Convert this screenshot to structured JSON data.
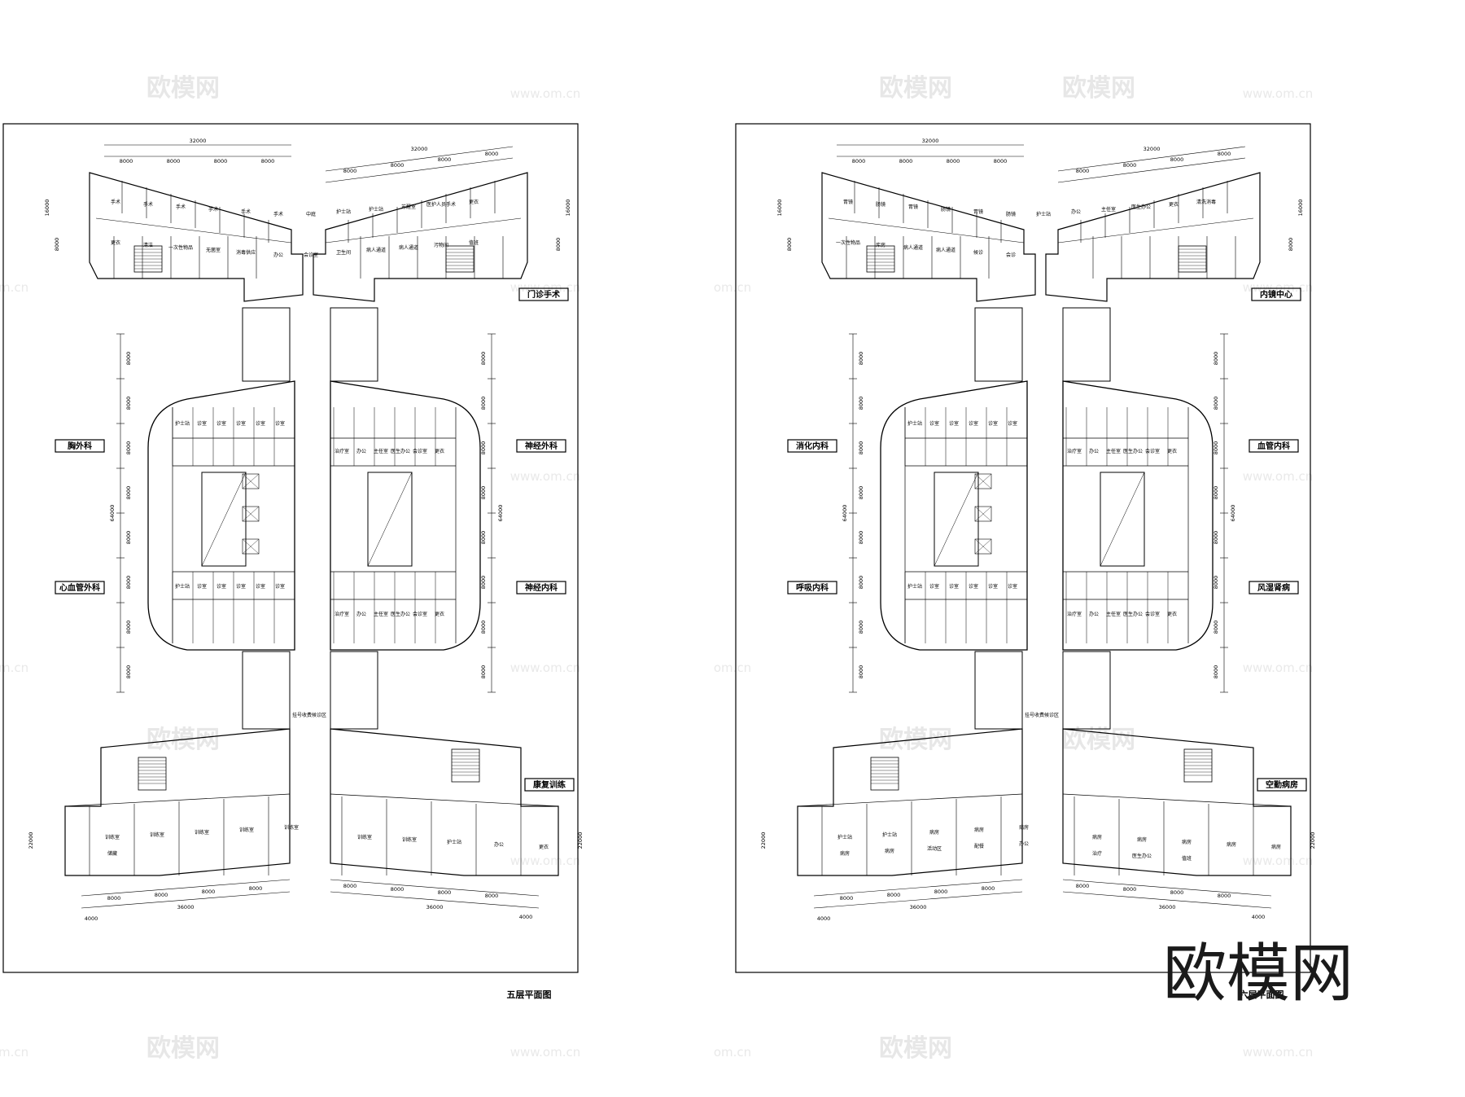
{
  "watermark": {
    "text": "欧模网",
    "url": "www.om.cn",
    "url_short": "om.cn",
    "logo_text": "欧模网"
  },
  "sheets": [
    {
      "id": "floor5",
      "title": "五层平面图",
      "departments": {
        "top": "门诊手术",
        "left_upper": "胸外科",
        "left_lower": "心血管外科",
        "right_upper": "神经外科",
        "right_lower": "神经内科",
        "bottom": "康复训练"
      },
      "dimensions": {
        "top_left_total": "32000",
        "top_right_total": "32000",
        "top_segment": "8000",
        "left_total": "64000",
        "right_total": "64000",
        "vertical_segment": "8000",
        "side_top": "16000",
        "side_bottom": "22000",
        "bottom_left_total": "36000",
        "bottom_right_total": "36000",
        "bottom_segment": "8000",
        "bottom_end": "4000"
      },
      "rooms": {
        "top": [
          "手术",
          "手术",
          "手术",
          "手术",
          "手术",
          "手术",
          "中庭",
          "护士站",
          "护士站",
          "苏醒室",
          "医护人员手术",
          "更衣",
          "更衣",
          "清洁",
          "一次性物品",
          "无菌室",
          "消毒供应",
          "办公",
          "会诊室",
          "卫生间",
          "病人通道",
          "病人通道",
          "污物间",
          "值班"
        ],
        "middle": [
          "护士站",
          "诊室",
          "诊室",
          "诊室",
          "诊室",
          "诊室",
          "治疗室",
          "办公",
          "主任室",
          "医生办公",
          "会诊室",
          "更衣",
          "挂号收费候诊区"
        ],
        "bottom": [
          "训练室",
          "训练室",
          "训练室",
          "训练室",
          "训练室",
          "训练室",
          "训练室",
          "护士站",
          "办公",
          "更衣",
          "储藏"
        ]
      }
    },
    {
      "id": "floor6",
      "title": "六层平面图",
      "departments": {
        "top": "内镜中心",
        "left_upper": "消化内科",
        "left_lower": "呼吸内科",
        "right_upper": "血管内科",
        "right_lower": "风湿肾病",
        "bottom": "空勤病房"
      },
      "dimensions": {
        "top_left_total": "32000",
        "top_right_total": "32000",
        "top_segment": "8000",
        "left_total": "64000",
        "right_total": "64000",
        "vertical_segment": "8000",
        "side_top": "16000",
        "side_bottom": "22000",
        "bottom_left_total": "36000",
        "bottom_right_total": "36000",
        "bottom_segment": "8000",
        "bottom_end": "4000"
      },
      "rooms": {
        "top": [
          "胃镜",
          "肠镜",
          "胃镜",
          "肠镜",
          "胃镜",
          "肠镜",
          "护士站",
          "办公",
          "主任室",
          "医生办公",
          "更衣",
          "清洗消毒",
          "一次性物品",
          "库房",
          "病人通道",
          "病人通道",
          "候诊",
          "会诊"
        ],
        "middle": [
          "护士站",
          "诊室",
          "诊室",
          "诊室",
          "诊室",
          "诊室",
          "治疗室",
          "办公",
          "主任室",
          "医生办公",
          "会诊室",
          "更衣",
          "挂号收费候诊区"
        ],
        "bottom": [
          "护士站",
          "护士站",
          "病房",
          "病房",
          "病房",
          "病房",
          "病房",
          "病房",
          "病房",
          "病房",
          "病房",
          "病房",
          "活动区",
          "配餐",
          "办公",
          "治疗",
          "医生办公",
          "值班"
        ]
      }
    }
  ]
}
